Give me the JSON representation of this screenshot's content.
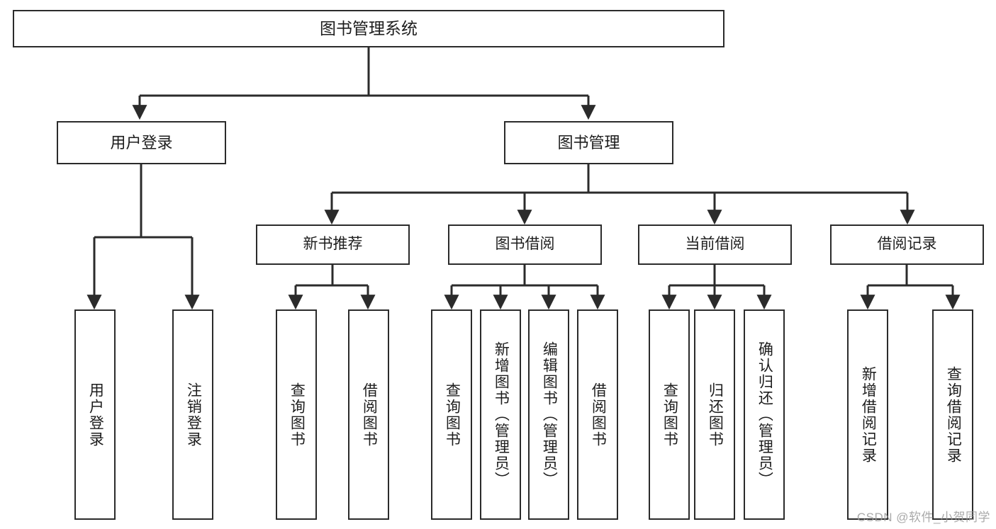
{
  "diagram": {
    "title": "图书管理系统",
    "type": "tree-hierarchy-chart",
    "watermark": "CSDN @软件_小贺同学",
    "colors": {
      "stroke": "#2b2b2b",
      "fill": "#ffffff",
      "text": "#1d1d1d",
      "watermark": "#9b9b9b"
    },
    "root": {
      "label": "图书管理系统"
    },
    "level2": [
      {
        "label": "用户登录"
      },
      {
        "label": "图书管理"
      }
    ],
    "level3": [
      {
        "label": "新书推荐"
      },
      {
        "label": "图书借阅"
      },
      {
        "label": "当前借阅"
      },
      {
        "label": "借阅记录"
      }
    ],
    "leaves": {
      "user_login": [
        {
          "label": "用户登录"
        },
        {
          "label": "注销登录"
        }
      ],
      "new_book_recommend": [
        {
          "label": "查询图书"
        },
        {
          "label": "借阅图书"
        }
      ],
      "book_borrow": [
        {
          "label": "查询图书"
        },
        {
          "label": "新增图书（管理员）"
        },
        {
          "label": "编辑图书（管理员）"
        },
        {
          "label": "借阅图书"
        }
      ],
      "current_borrow": [
        {
          "label": "查询图书"
        },
        {
          "label": "归还图书"
        },
        {
          "label": "确认归还（管理员）"
        }
      ],
      "borrow_record": [
        {
          "label": "新增借阅记录"
        },
        {
          "label": "查询借阅记录"
        }
      ]
    }
  }
}
